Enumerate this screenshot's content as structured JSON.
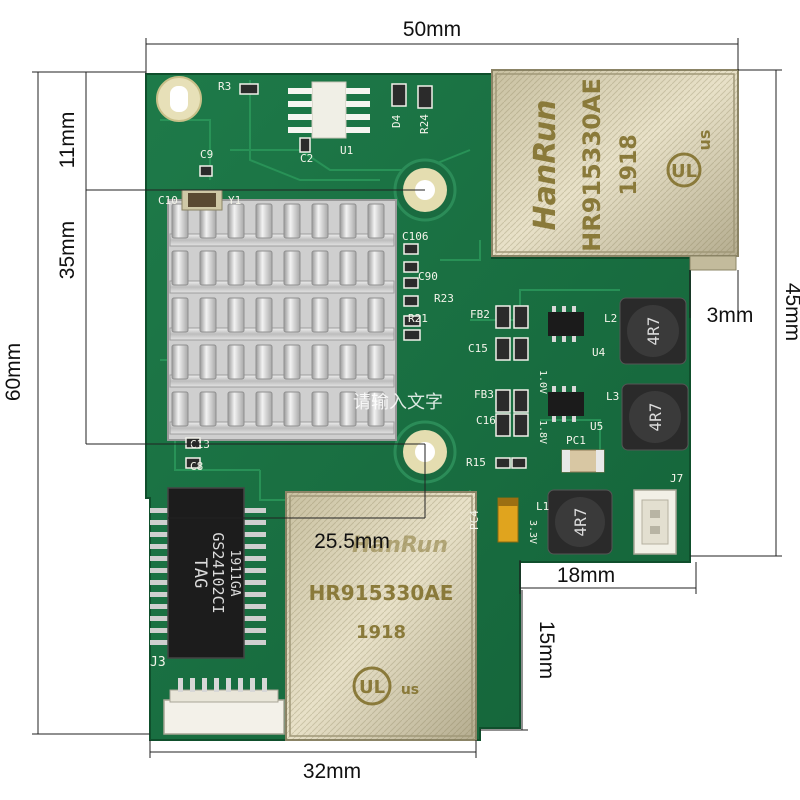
{
  "dimensions": {
    "top_width": "50mm",
    "left_height": "60mm",
    "left_inner_height": "35mm",
    "left_top_offset": "11mm",
    "right_height": "45mm",
    "right_small": "3mm",
    "bottom_width": "32mm",
    "right_bottom_width": "18mm",
    "right_bottom_height": "15mm",
    "hole_span": "25.5mm"
  },
  "top_jack": {
    "brand": "HanRun",
    "model": "HR915330AE",
    "date": "1918",
    "cert": "us"
  },
  "bottom_jack": {
    "brand": "HanRun",
    "model": "HR915330AE",
    "date": "1918",
    "cert": "us"
  },
  "transformer": {
    "brand": "TAG",
    "model": "GS24102CI",
    "date": "1911GA"
  },
  "inductors": {
    "marking": "4R7"
  },
  "silkscreen": {
    "R3": "R3",
    "D4": "D4",
    "R24": "R24",
    "U1": "U1",
    "C2": "C2",
    "C9": "C9",
    "C10": "C10",
    "Y1": "Y1",
    "C106": "C106",
    "C90": "C90",
    "R23": "R23",
    "R21": "R21",
    "FB2": "FB2",
    "C15": "C15",
    "U4": "U4",
    "L2": "L2",
    "FB3": "FB3",
    "C16": "C16",
    "U5": "U5",
    "L3": "L3",
    "PC1": "PC1",
    "R15": "R15",
    "C13": "C13",
    "C8": "C8",
    "J7": "J7",
    "L1": "L1",
    "PC4": "PC4",
    "J3": "J3",
    "v1": "1.0V",
    "v2": "1.8V",
    "v3": "3.3V"
  },
  "watermark": "请输入文字"
}
